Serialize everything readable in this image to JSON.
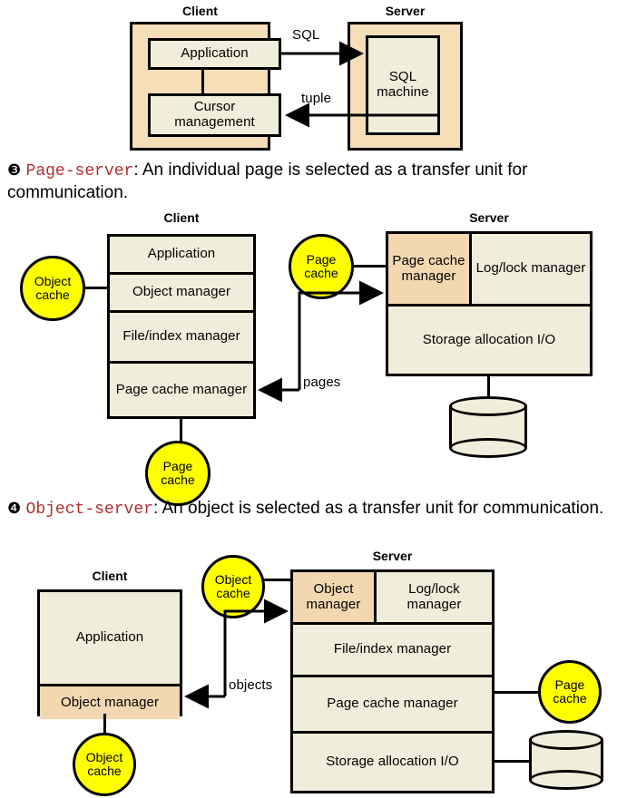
{
  "diagram1": {
    "client_header": "Client",
    "server_header": "Server",
    "client_modules": [
      "Application",
      "Cursor management"
    ],
    "server_modules": [
      "SQL machine"
    ],
    "arrow_labels": {
      "to_server": "SQL",
      "to_client": "tuple"
    }
  },
  "section2": {
    "bullet": "❸",
    "term": "Page-server",
    "colon": ":",
    "text": "An individual page is selected as a transfer unit for communication."
  },
  "diagram2": {
    "client_header": "Client",
    "server_header": "Server",
    "client_modules": [
      "Application",
      "Object manager",
      "File/index manager",
      "Page cache manager"
    ],
    "server_top_modules": [
      "Page cache manager",
      "Log/lock manager"
    ],
    "server_bottom_module": "Storage allocation I/O",
    "caches": [
      {
        "id": "client-object-cache",
        "label": "Object cache"
      },
      {
        "id": "client-page-cache",
        "label": "Page cache"
      },
      {
        "id": "server-page-cache",
        "label": "Page cache"
      }
    ],
    "arrow_labels": {
      "pages": "pages"
    },
    "storage_name": "database-cylinder"
  },
  "section3": {
    "bullet": "❹",
    "term": "Object-server",
    "colon": ":",
    "text": "An object is selected as a transfer unit for communication."
  },
  "diagram3": {
    "client_header": "Client",
    "server_header": "Server",
    "client_modules": [
      "Application",
      "Object manager"
    ],
    "server_top_modules": [
      "Object manager",
      "Log/lock manager"
    ],
    "server_rest_modules": [
      "File/index manager",
      "Page cache manager",
      "Storage allocation I/O"
    ],
    "caches": [
      {
        "id": "client-object-cache",
        "label": "Object cache"
      },
      {
        "id": "server-object-cache",
        "label": "Object cache"
      },
      {
        "id": "server-page-cache",
        "label": "Page cache"
      }
    ],
    "arrow_labels": {
      "objects": "objects"
    },
    "storage_name": "database-cylinder"
  },
  "colors": {
    "container": "#f5deb8",
    "module": "#f0eeda",
    "highlight": "#f2d7b0",
    "cache": "#ffff00",
    "term": "#b03030",
    "stroke": "#000000"
  }
}
